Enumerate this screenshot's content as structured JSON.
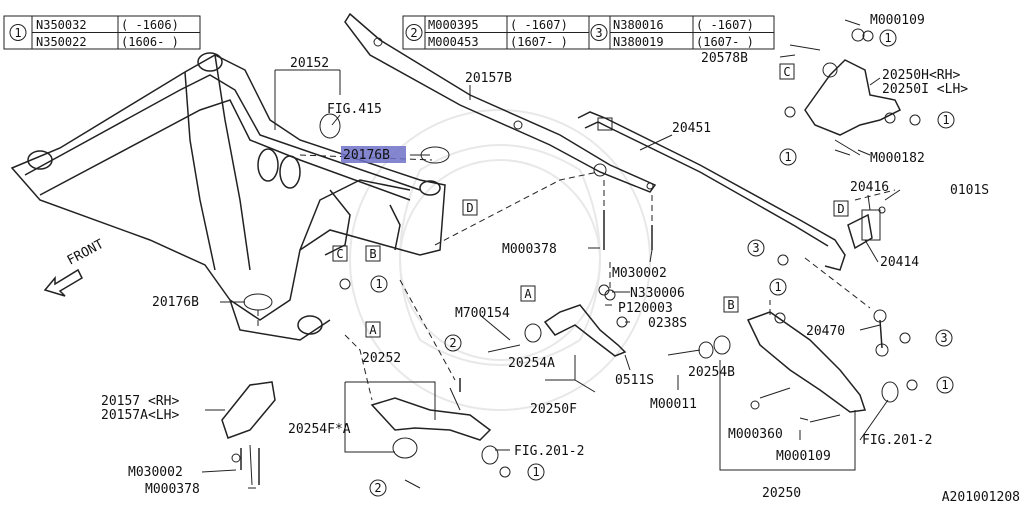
{
  "legend": {
    "table1": {
      "marker": "1",
      "rows": [
        {
          "part": "N350032",
          "range": "( -1606)"
        },
        {
          "part": "N350022",
          "range": "(1606- )"
        }
      ]
    },
    "table2": {
      "marker": "2",
      "rows": [
        {
          "part": "M000395",
          "range": "( -1607)"
        },
        {
          "part": "M000453",
          "range": "(1607- )"
        }
      ]
    },
    "table3": {
      "marker": "3",
      "rows": [
        {
          "part": "N380016",
          "range": "( -1607)"
        },
        {
          "part": "N380019",
          "range": "(1607- )"
        }
      ]
    }
  },
  "labels": {
    "p20152": "20152",
    "fig415": "FIG.415",
    "p20176b_top": "20176B",
    "p20157b": "20157B",
    "p20451": "20451",
    "m000109_top": "M000109",
    "p20578b": "20578B",
    "p20250h": "20250H<RH>",
    "p20250i": "20250I <LH>",
    "m000182": "M000182",
    "p20416": "20416",
    "p0101s": "0101S",
    "p20414": "20414",
    "m000378_mid": "M000378",
    "m030002_mid": "M030002",
    "n330006": "N330006",
    "p120003": "P120003",
    "p0238s": "0238S",
    "m700154": "M700154",
    "p20254a": "20254A",
    "p0511s": "0511S",
    "m00011": "M00011",
    "p20254b": "20254B",
    "p20470": "20470",
    "p20176b_left": "20176B",
    "front": "FRONT",
    "p20252": "20252",
    "p20250f": "20250F",
    "p20157_rh": "20157 <RH>",
    "p20157a_lh": "20157A<LH>",
    "p20254f": "20254F*A",
    "fig201_mid": "FIG.201-2",
    "fig201_right": "FIG.201-2",
    "m000360": "M000360",
    "m000109_bot": "M000109",
    "m030002_bot": "M030002",
    "m000378_bot": "M000378",
    "p20250": "20250",
    "diagram_id": "A201001208"
  },
  "markers": {
    "one": "1",
    "two": "2",
    "three": "3"
  },
  "boxes": {
    "a": "A",
    "b": "B",
    "c": "C",
    "d": "D"
  },
  "highlight": {
    "part": "20176B",
    "color": "#6e72c8"
  }
}
